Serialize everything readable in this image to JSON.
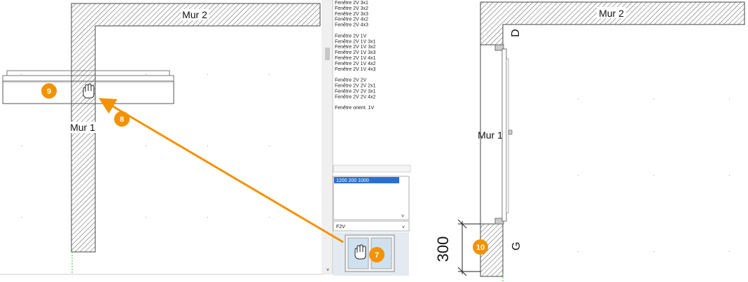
{
  "colors": {
    "accent": "#f39200",
    "wall_hatch": "#555555",
    "selection": "#2b6fd1"
  },
  "left_plan": {
    "wall_top_label": "Mur 2",
    "wall_left_label": "Mur 1"
  },
  "catalog": {
    "items": [
      "Fenêtre 2V 3x1",
      "Fenêtre 2V 3x2",
      "Fenêtre 2V 3x3",
      "Fenêtre 2V 4x2",
      "Fenêtre 2V 4x3",
      "",
      "Fenêtre 2V 1V",
      "Fenêtre 2V 1V 3x1",
      "Fenêtre 2V 1V 3x2",
      "Fenêtre 2V 1V 3x3",
      "Fenêtre 2V 1V 4x1",
      "Fenêtre 2V 1V 4x2",
      "Fenêtre 2V 1V 4x3",
      "",
      "Fenêtre 2V 2V",
      "Fenêtre 2V 2V 2x1",
      "Fenêtre 2V 2V 3x1",
      "Fenêtre 2V 2V 4x2",
      "",
      "Fenêtre orient. 1V"
    ],
    "size_selected": "1200  200  1000",
    "type_value": "F2V"
  },
  "right_plan": {
    "wall_top_label": "Mur 2",
    "wall_left_label": "Mur 1",
    "side_d": "D",
    "side_g": "G",
    "dimension": "300"
  },
  "steps": {
    "s7": "7",
    "s8": "8",
    "s9": "9",
    "s10": "10"
  }
}
